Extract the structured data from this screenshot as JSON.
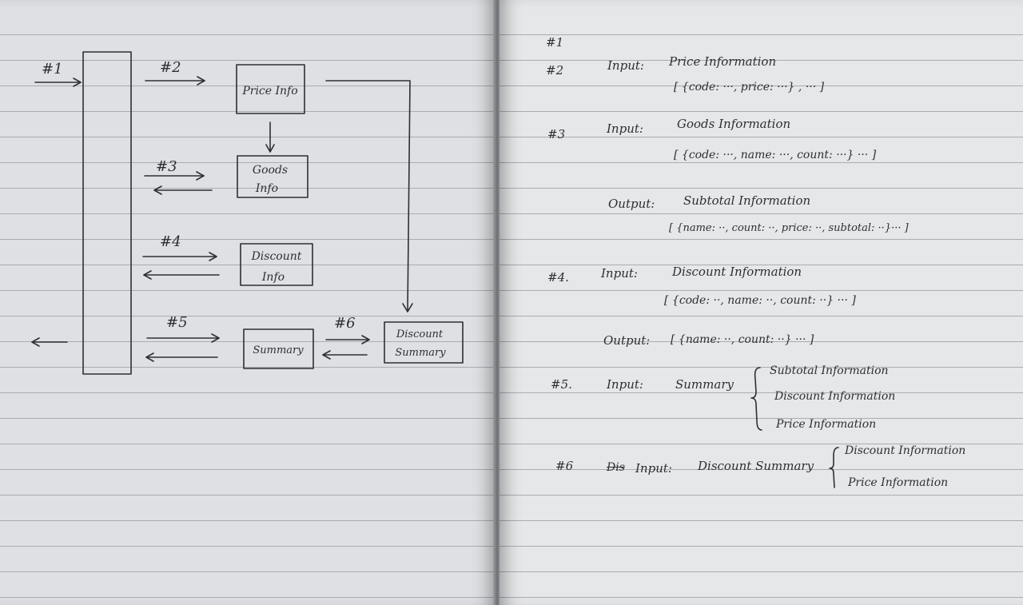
{
  "diagram": {
    "labels": {
      "step1": "#1",
      "step2": "#2",
      "step3": "#3",
      "step4": "#4",
      "step5": "#5",
      "step6": "#6"
    },
    "boxes": {
      "price_info": "Price Info",
      "goods_info_1": "Goods",
      "goods_info_2": "Info",
      "discount_info_1": "Discount",
      "discount_info_2": "Info",
      "summary": "Summary",
      "discount_summary_1": "Discount",
      "discount_summary_2": "Summary"
    }
  },
  "notes": {
    "n1": {
      "step": "#1"
    },
    "n2": {
      "step": "#2",
      "kind": "Input:",
      "name": "Price Information",
      "data": "[ {code: ···, price: ···} , ··· ]"
    },
    "n3": {
      "step": "#3",
      "kind": "Input:",
      "name": "Goods Information",
      "data": "[ {code: ···, name: ···, count: ···} ··· ]",
      "out_kind": "Output:",
      "out_name": "Subtotal Information",
      "out_data": "[ {name: ··, count: ··, price: ··, subtotal: ··}··· ]"
    },
    "n4": {
      "step": "#4.",
      "kind": "Input:",
      "name": "Discount Information",
      "data": "[ {code: ··, name: ··, count: ··} ··· ]",
      "out_kind": "Output:",
      "out_data": "[ {name: ··, count: ··} ··· ]"
    },
    "n5": {
      "step": "#5.",
      "kind": "Input:",
      "name": "Summary",
      "items": [
        "Subtotal Information",
        "Discount Information",
        "Price Information"
      ]
    },
    "n6": {
      "step": "#6",
      "struck": "Dis",
      "kind": "Input:",
      "name": "Discount Summary",
      "items": [
        "Discount Information",
        "Price Information"
      ]
    }
  }
}
